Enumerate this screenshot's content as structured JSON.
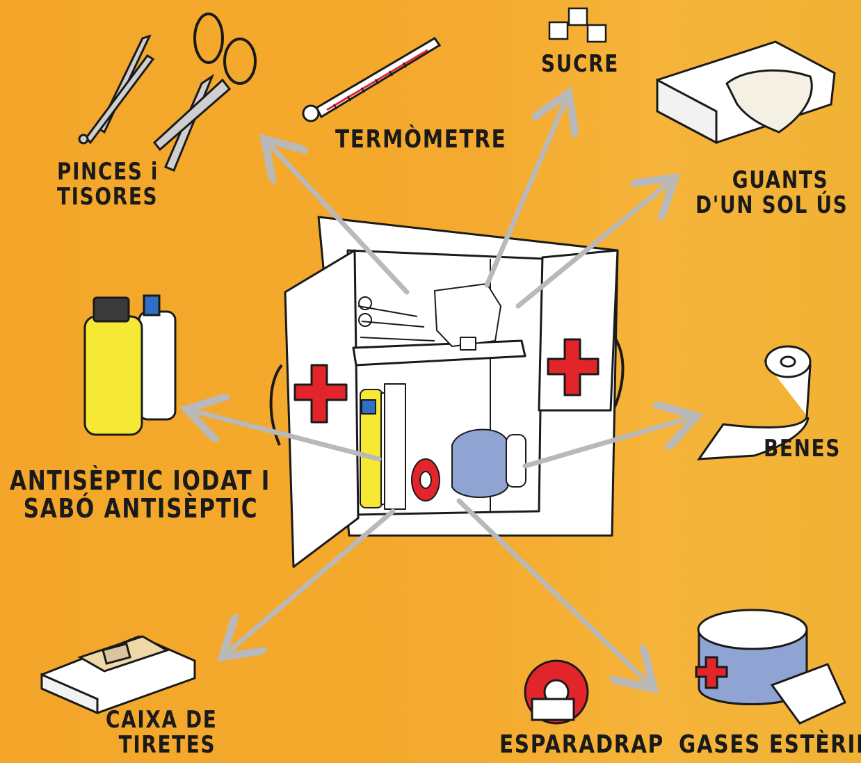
{
  "labels": {
    "pinces_tisores_1": "PINCES i",
    "pinces_tisores_2": "TISORES",
    "termometre": "TERMÒMETRE",
    "sucre": "SUCRE",
    "guants_1": "GUANTS",
    "guants_2": "D'UN SOL ÚS",
    "antiseptic_1": "ANTISÈPTIC IODAT I",
    "antiseptic_2": "SABÓ ANTISÈPTIC",
    "benes": "BENES",
    "caixa_tiretes_1": "CAIXA DE",
    "caixa_tiretes_2": "TIRETES",
    "esparadrap": "ESPARADRAP",
    "gases_esterils": "GASES ESTÈRILS"
  },
  "colors": {
    "background": "#f3a62a",
    "arrow": "#b9b9b9",
    "cross": "#e2252b",
    "outline": "#1a1a1a",
    "bottle_yellow": "#f6e936",
    "cap_blue": "#2f6fc6",
    "tin_blue": "#8fa4d3"
  }
}
